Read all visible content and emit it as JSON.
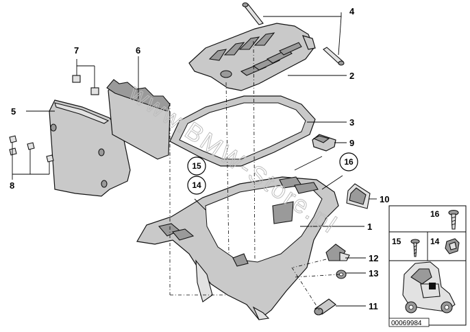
{
  "diagram": {
    "callouts": [
      "1",
      "2",
      "3",
      "4",
      "5",
      "6",
      "7",
      "8",
      "9",
      "10",
      "11",
      "12",
      "13"
    ],
    "circled": [
      "15",
      "14",
      "16"
    ],
    "inset": {
      "labels": [
        "16",
        "15",
        "14"
      ]
    },
    "watermark": "www.BMW-Store.pl",
    "code": "00069984"
  }
}
